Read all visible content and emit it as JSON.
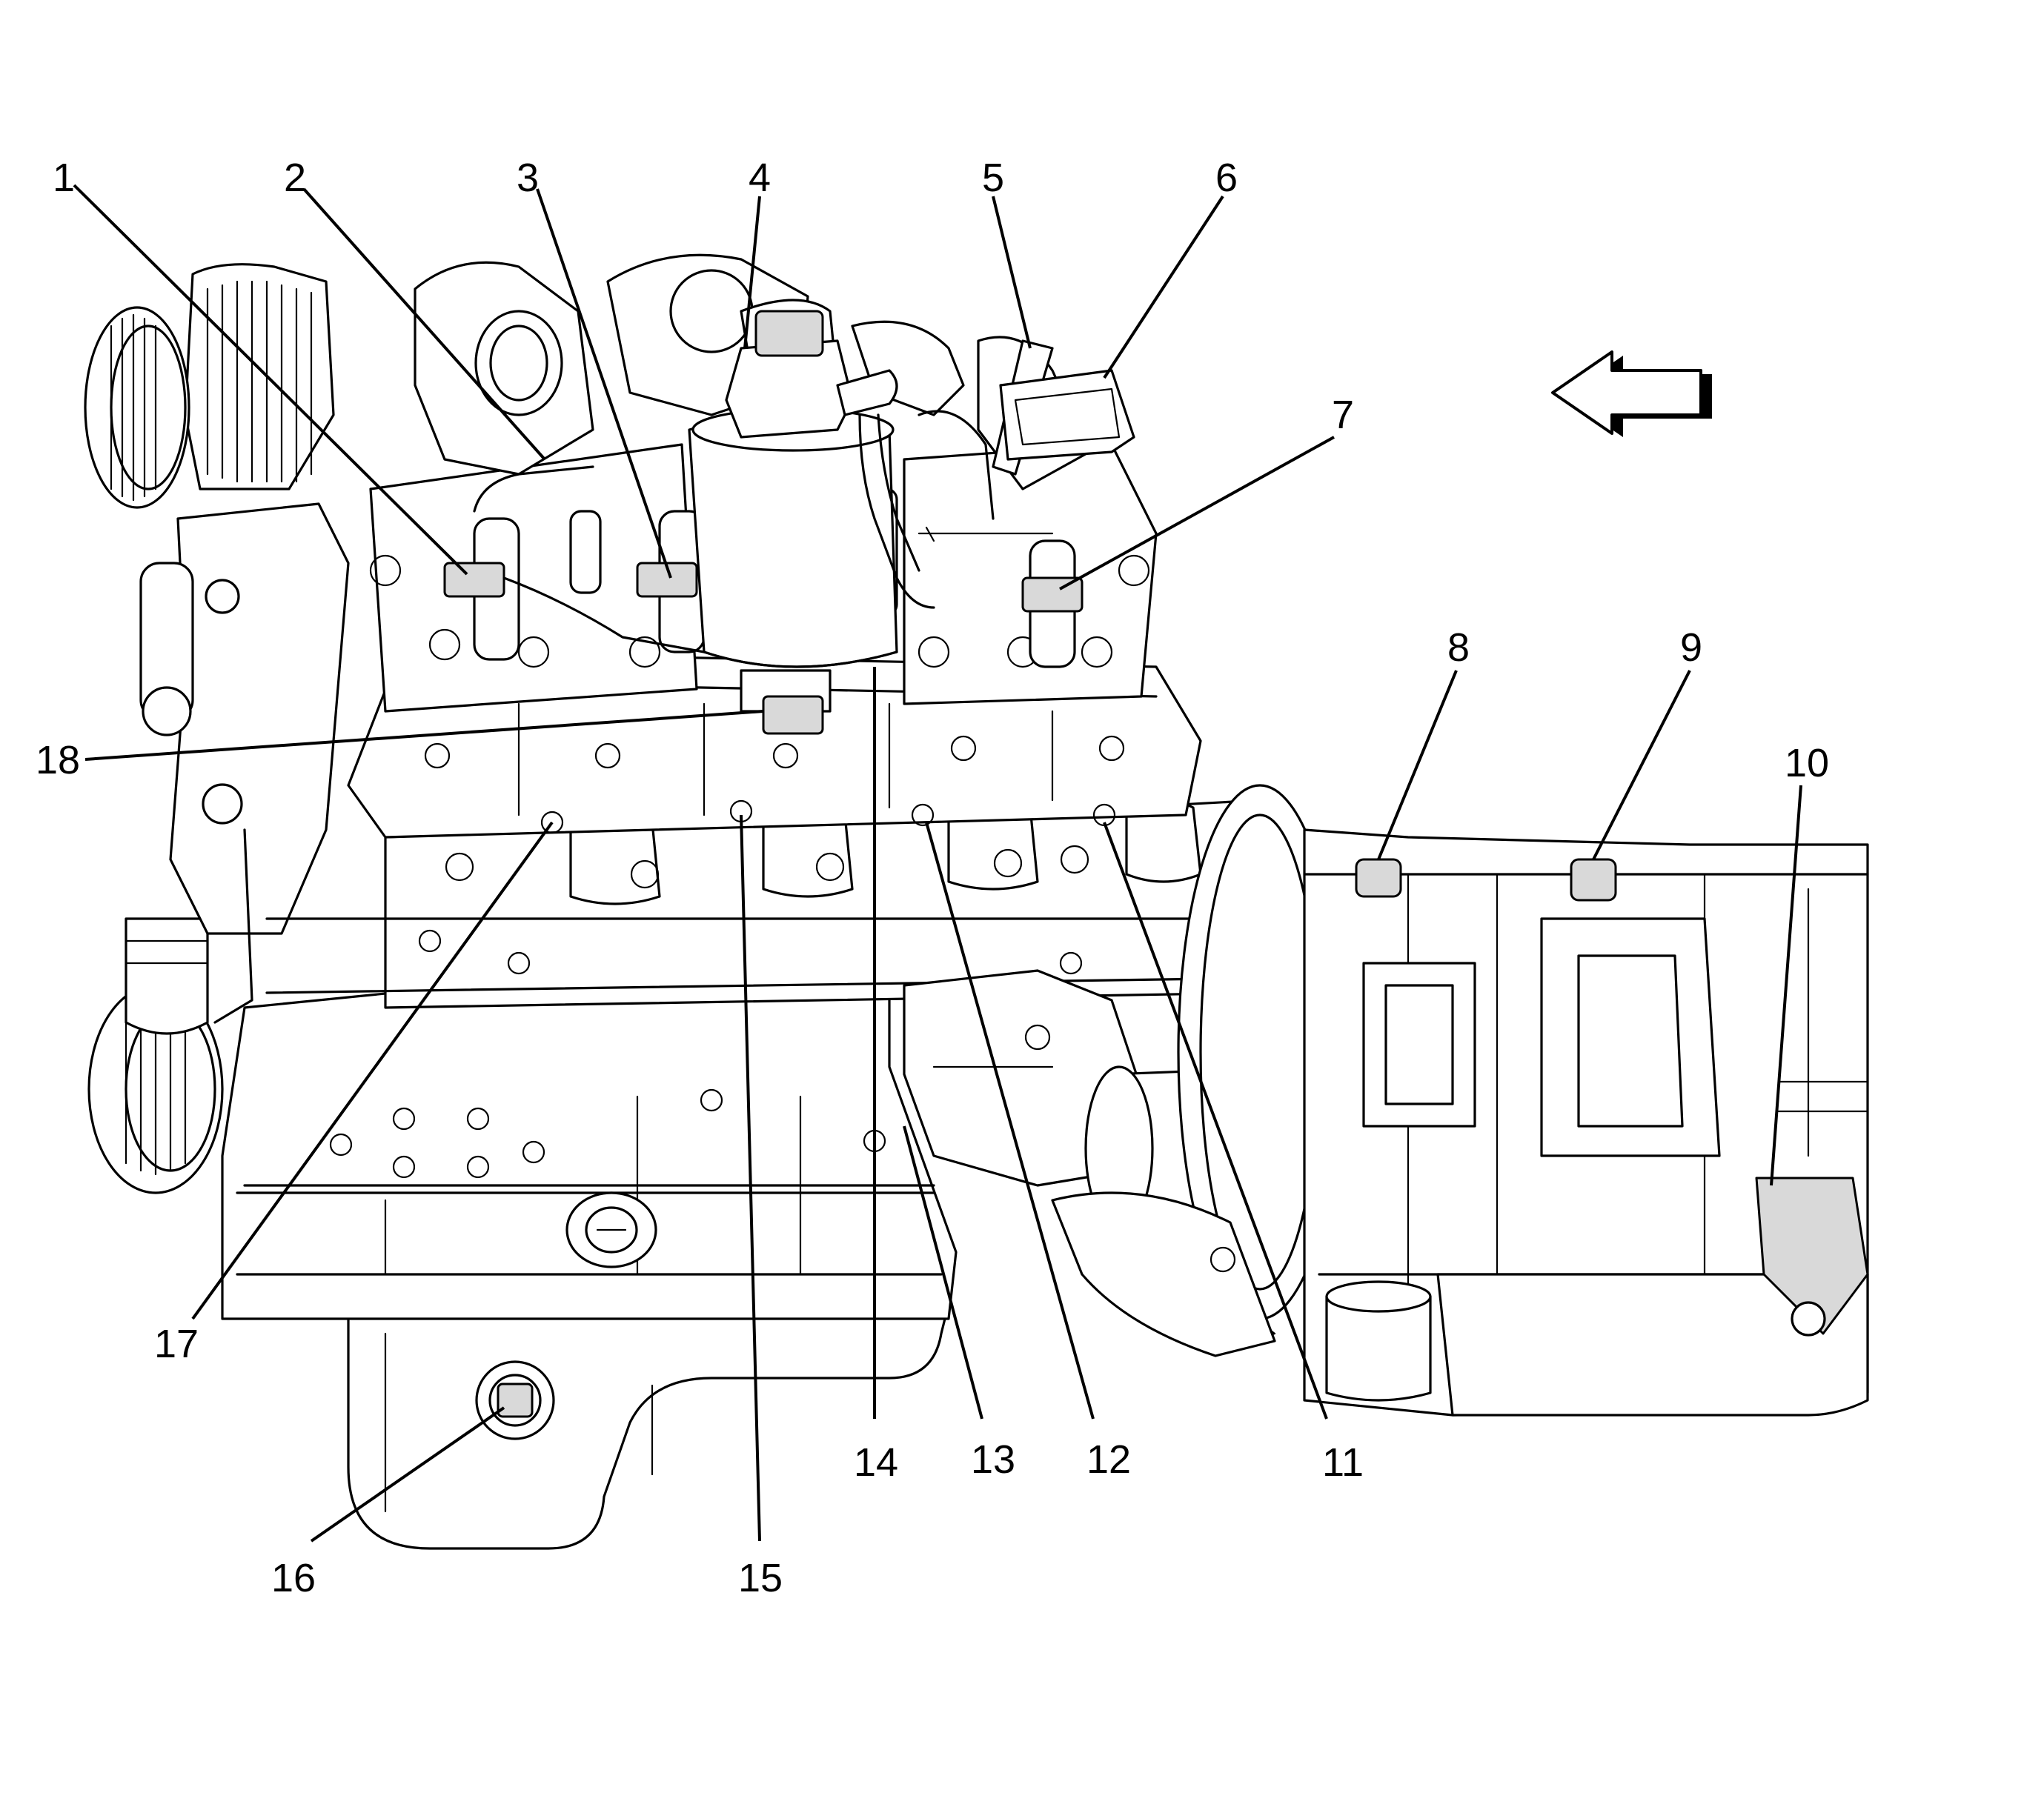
{
  "callouts": [
    {
      "id": "1",
      "label": "1"
    },
    {
      "id": "2",
      "label": "2"
    },
    {
      "id": "3",
      "label": "3"
    },
    {
      "id": "4",
      "label": "4"
    },
    {
      "id": "5",
      "label": "5"
    },
    {
      "id": "6",
      "label": "6"
    },
    {
      "id": "7",
      "label": "7"
    },
    {
      "id": "8",
      "label": "8"
    },
    {
      "id": "9",
      "label": "9"
    },
    {
      "id": "10",
      "label": "10"
    },
    {
      "id": "11",
      "label": "11"
    },
    {
      "id": "12",
      "label": "12"
    },
    {
      "id": "13",
      "label": "13"
    },
    {
      "id": "14",
      "label": "14"
    },
    {
      "id": "15",
      "label": "15"
    },
    {
      "id": "16",
      "label": "16"
    },
    {
      "id": "17",
      "label": "17"
    },
    {
      "id": "18",
      "label": "18"
    }
  ],
  "direction_arrow": {
    "points": "left",
    "icon": "arrow-left-icon"
  },
  "colors": {
    "line": "#000000",
    "background": "#ffffff"
  }
}
